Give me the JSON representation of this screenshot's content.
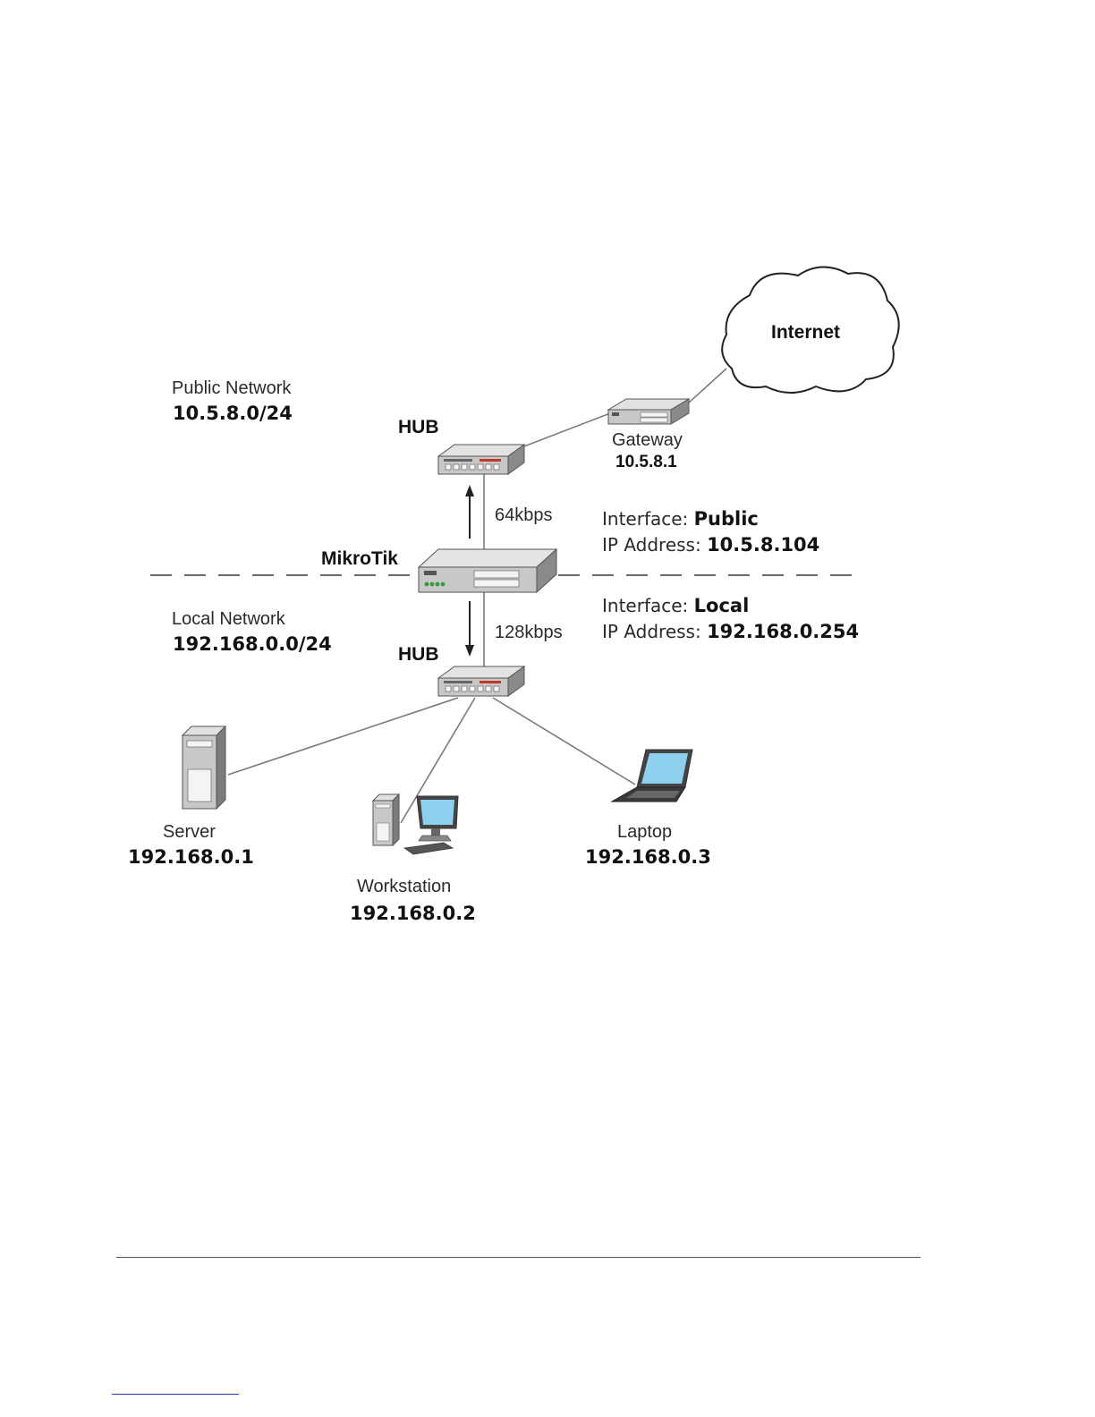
{
  "cloud": {
    "label": "Internet"
  },
  "public_network": {
    "title": "Public Network",
    "subnet": "10.5.8.0/24"
  },
  "local_network": {
    "title": "Local Network",
    "subnet": "192.168.0.0/24"
  },
  "hub_top": {
    "label": "HUB"
  },
  "hub_bottom": {
    "label": "HUB"
  },
  "gateway": {
    "label": "Gateway",
    "ip": "10.5.8.1"
  },
  "router": {
    "label": "MikroTik"
  },
  "upload_rate": "64kbps",
  "download_rate": "128kbps",
  "iface_public": {
    "iface_prefix": "Interface: ",
    "iface_name": "Public",
    "ip_prefix": "IP Address: ",
    "ip": "10.5.8.104"
  },
  "iface_local": {
    "iface_prefix": "Interface: ",
    "iface_name": "Local",
    "ip_prefix": "IP Address: ",
    "ip": "192.168.0.254"
  },
  "server": {
    "label": "Server",
    "ip": "192.168.0.1"
  },
  "workstation": {
    "label": "Workstation",
    "ip": "192.168.0.2"
  },
  "laptop": {
    "label": "Laptop",
    "ip": "192.168.0.3"
  },
  "colors": {
    "screen": "#8fd0ee",
    "device_body": "#c8c8c8",
    "device_dark": "#6e6e6e",
    "led_red": "#c0392b",
    "led_green": "#3a9a3a"
  }
}
